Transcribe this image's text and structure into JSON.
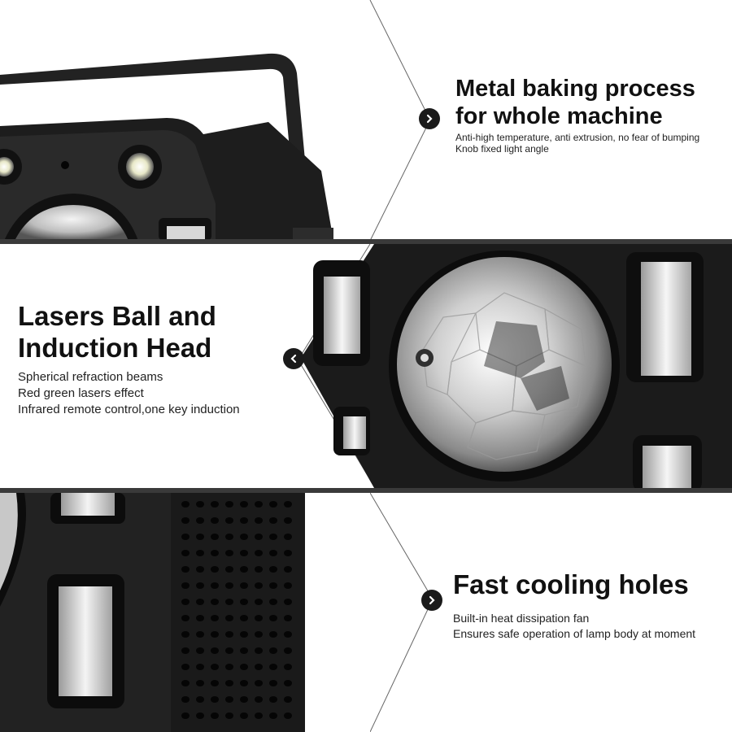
{
  "top_feature": {
    "title_line1": "Metal baking process",
    "title_line2": "for whole machine",
    "detail1": "Anti-high temperature, anti extrusion, no fear of bumping",
    "detail2": "Knob fixed light angle"
  },
  "middle_feature": {
    "title_line1": "Lasers Ball and",
    "title_line2": "Induction Head",
    "detail1": "Spherical refraction beams",
    "detail2": "Red green lasers effect",
    "detail3": "Infrared remote control,one key induction"
  },
  "bottom_feature": {
    "title": "Fast cooling holes",
    "detail1": "Built-in heat dissipation fan",
    "detail2": "Ensures safe operation of lamp body at moment"
  },
  "colors": {
    "background": "#ffffff",
    "text": "#111111",
    "housing": "#1c1c1c",
    "badge": "#1a1a1a"
  }
}
